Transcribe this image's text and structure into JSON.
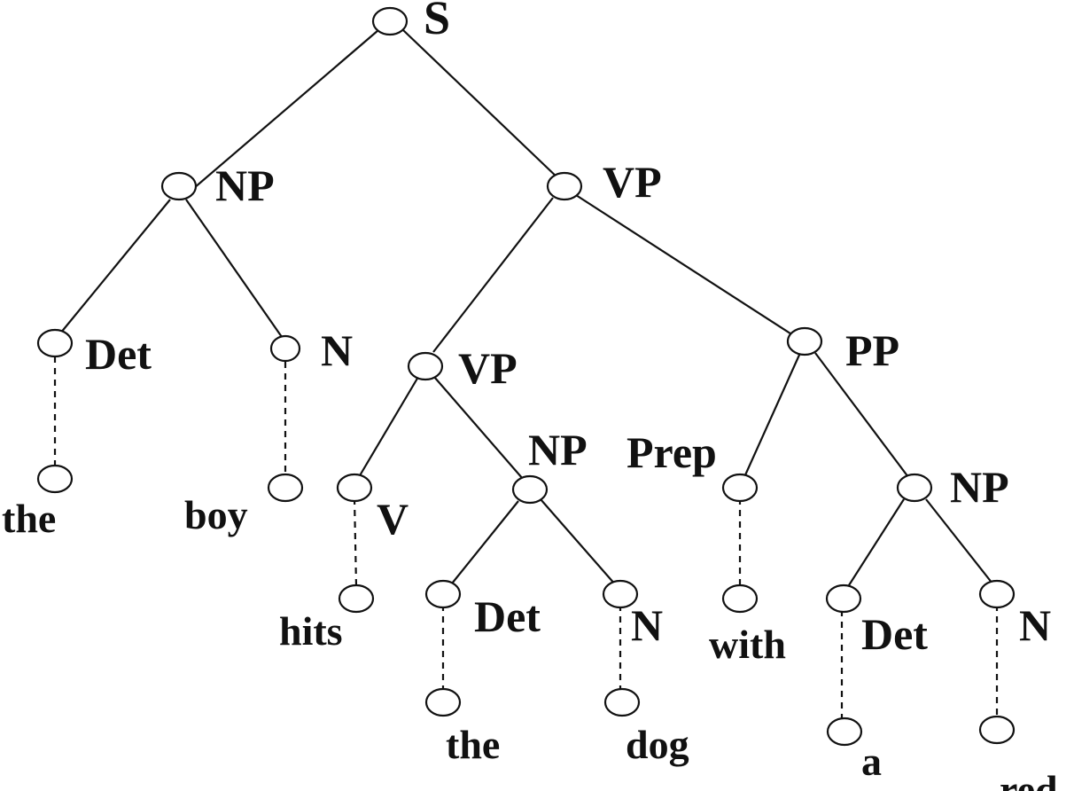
{
  "tree": {
    "root": "S",
    "categories": {
      "s": "S",
      "np_subject": "NP",
      "vp_top": "VP",
      "det_subject": "Det",
      "n_subject": "N",
      "vp_inner": "VP",
      "pp": "PP",
      "v": "V",
      "np_object": "NP",
      "prep": "Prep",
      "np_pp": "NP",
      "det_object": "Det",
      "n_object": "N",
      "det_pp": "Det",
      "n_pp": "N"
    },
    "words": {
      "the_1": "the",
      "boy": "boy",
      "hits": "hits",
      "the_2": "the",
      "dog": "dog",
      "with": "with",
      "a": "a",
      "cut_off": "red"
    }
  },
  "colors": {
    "ink": "#111111",
    "background": "#ffffff"
  }
}
